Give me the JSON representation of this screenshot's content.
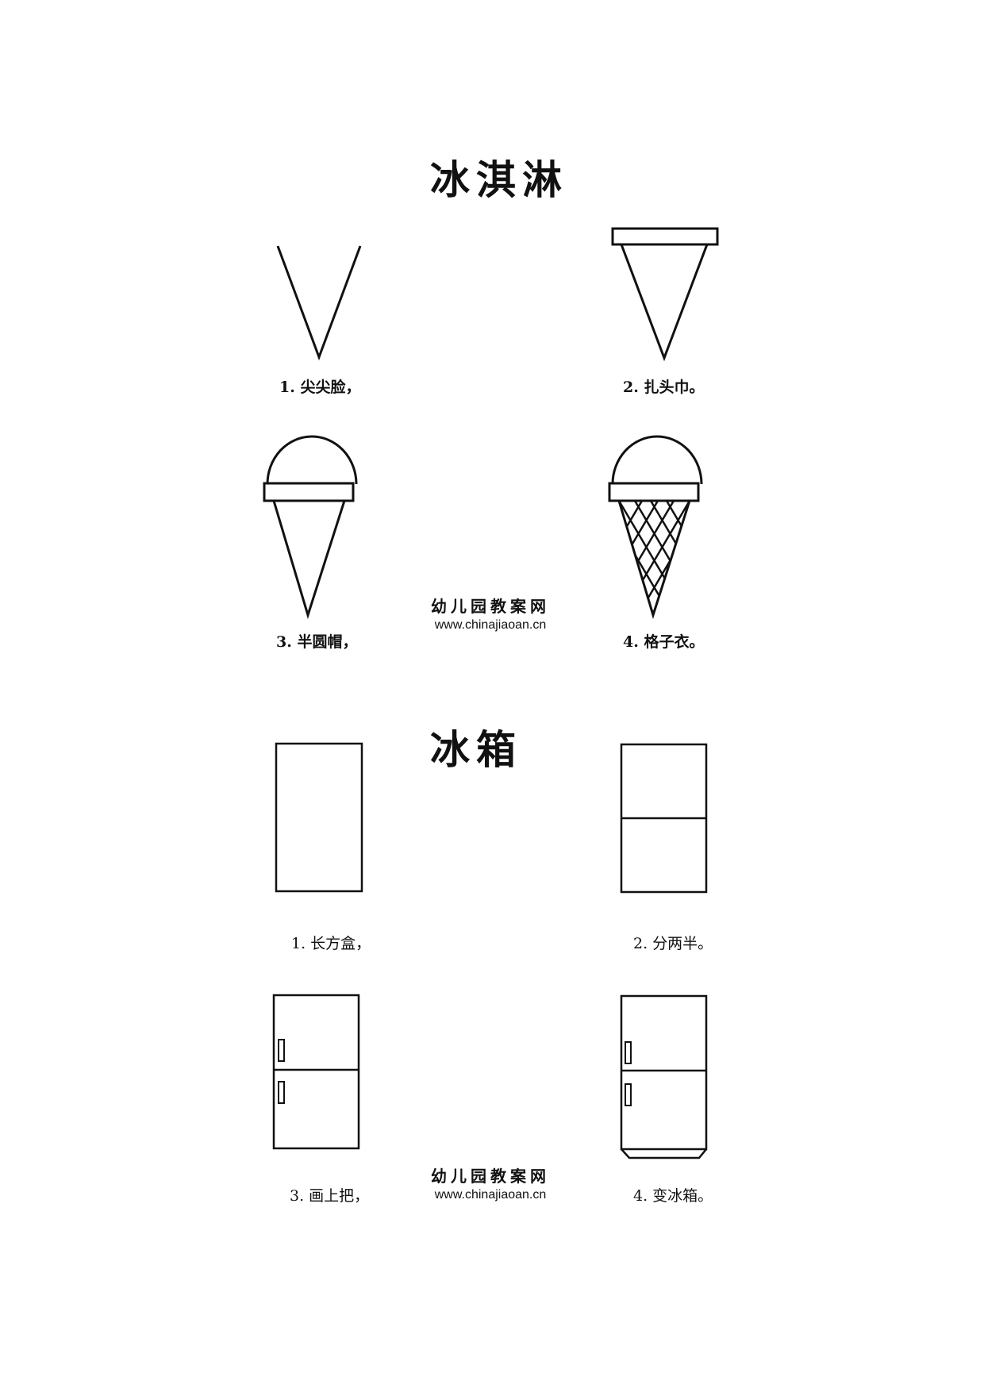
{
  "sections": [
    {
      "title": "冰淇淋",
      "steps": [
        {
          "label": "1. 尖尖脸，"
        },
        {
          "label": "2. 扎头巾。"
        },
        {
          "label": "3. 半圆帽，"
        },
        {
          "label": "4. 格子衣。"
        }
      ]
    },
    {
      "title": "冰箱",
      "steps": [
        {
          "label": "1. 长方盒，"
        },
        {
          "label": "2. 分两半。"
        },
        {
          "label": "3. 画上把，"
        },
        {
          "label": "4. 变冰箱。"
        }
      ]
    }
  ],
  "watermark": {
    "name": "幼儿园教案网",
    "url": "www.chinajiaoan.cn"
  }
}
